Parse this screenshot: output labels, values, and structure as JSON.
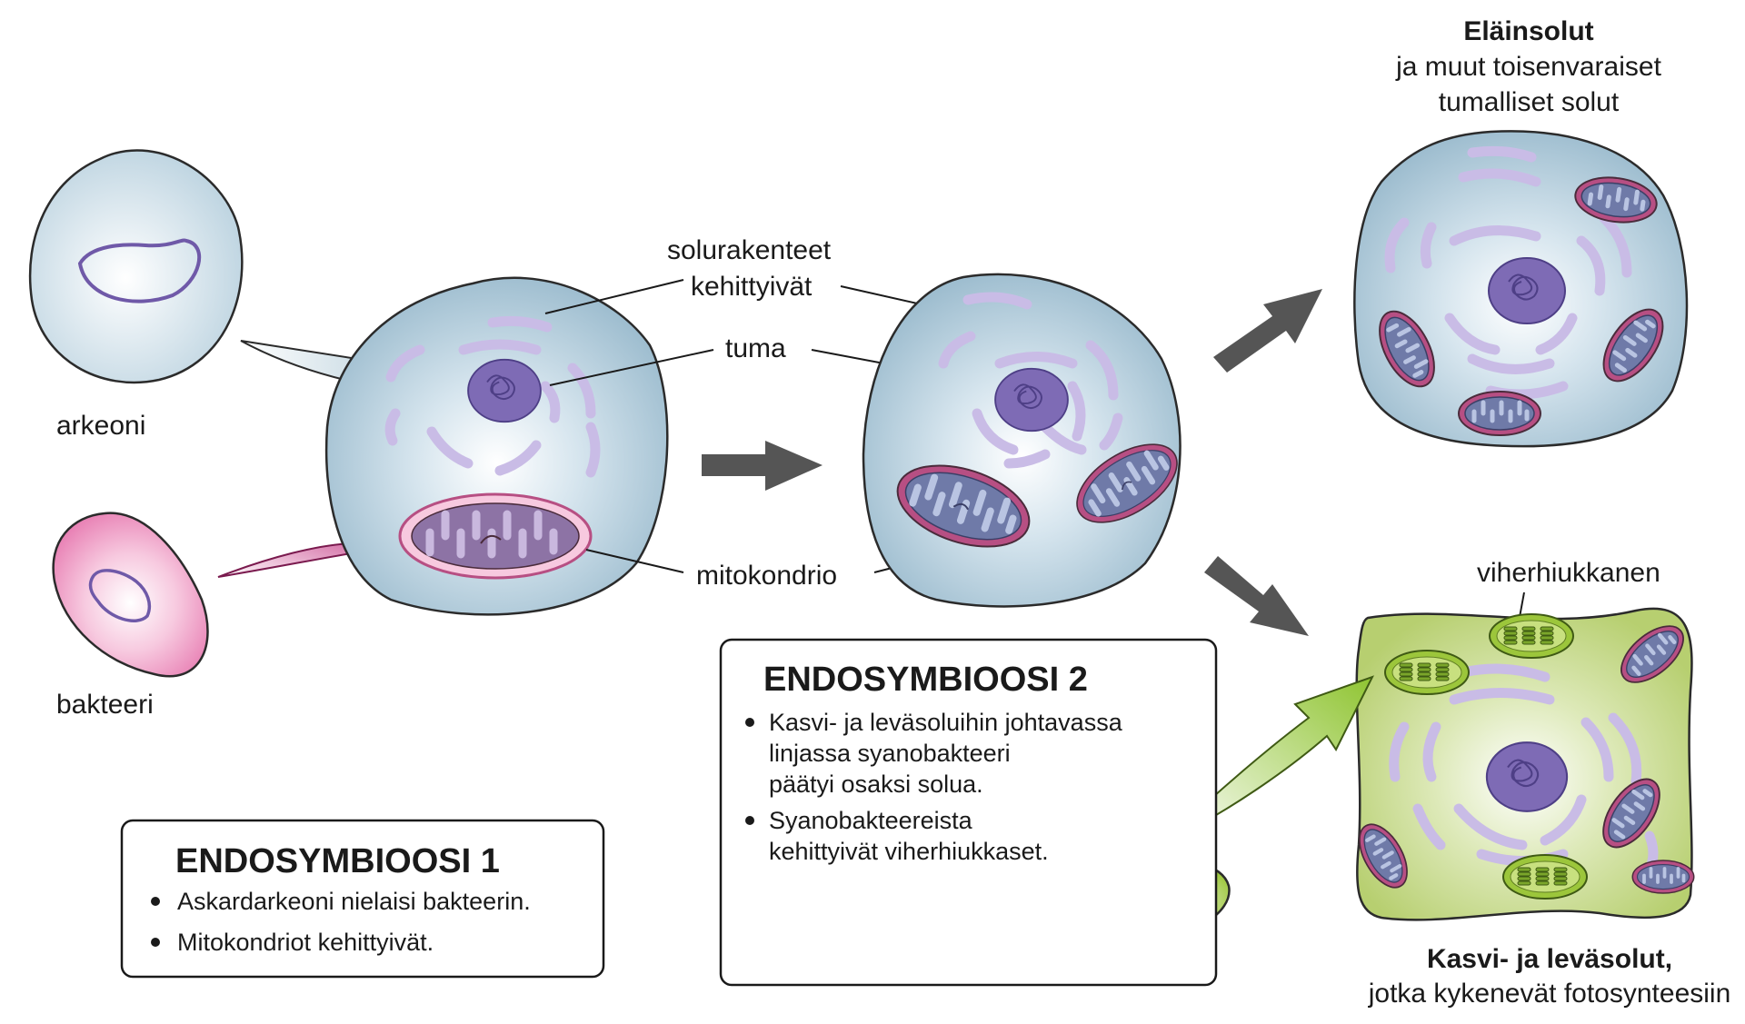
{
  "labels": {
    "archaeon": "arkeoni",
    "bacterium": "bakteeri",
    "structures_line1": "solurakenteet",
    "structures_line2": "kehittyivät",
    "nucleus": "tuma",
    "mitochondrion": "mitokondrio",
    "chloroplast": "viherhiukkanen",
    "cyanobacterium": "syanobakteeri"
  },
  "animal": {
    "title": "Eläinsolut",
    "line2": "ja muut toisenvaraiset",
    "line3": "tumalliset solut"
  },
  "plant": {
    "title": "Kasvi- ja leväsolut,",
    "line2": "jotka kykenevät fotosynteesiin"
  },
  "box1": {
    "title": "ENDOSYMBIOOSI 1",
    "bullets": [
      "Askardarkeoni nielaisi bakteerin.",
      "Mitokondriot kehittyivät."
    ]
  },
  "box2": {
    "title": "ENDOSYMBIOOSI 2",
    "bullets": [
      [
        "Kasvi- ja leväsoluihin johtavassa",
        "linjassa syanobakteeri",
        "päätyi osaksi solua."
      ],
      [
        "Syanobakteereista",
        "kehittyivät viherhiukkaset."
      ]
    ]
  },
  "colors": {
    "cell_fill": "#a9c6d6",
    "archaeon_fill": "#d5e4ec",
    "bacterium_fill": "#f2a2c8",
    "nucleus": "#7e6bb5",
    "er": "#c9bce6",
    "mito_outer": "#b74f83",
    "mito_inner": "#6d78a6",
    "plant_fill": "#c9dc8f",
    "chloroplast": "#9cc63b",
    "gray_arrow": "#555555",
    "magenta_arrow": "#c2307f",
    "green_arrow": "#97c93a"
  }
}
